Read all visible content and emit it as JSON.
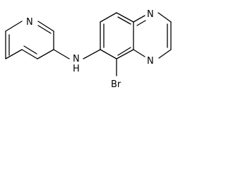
{
  "molecule": {
    "atoms": {
      "pyridine_n": "N",
      "amine_n": "N",
      "amine_h": "H",
      "quinoxaline_n1": "N",
      "quinoxaline_n4": "N",
      "bromine": "Br"
    }
  },
  "colors": {
    "bond": "#000000",
    "text": "#000000",
    "background": "#ffffff"
  }
}
